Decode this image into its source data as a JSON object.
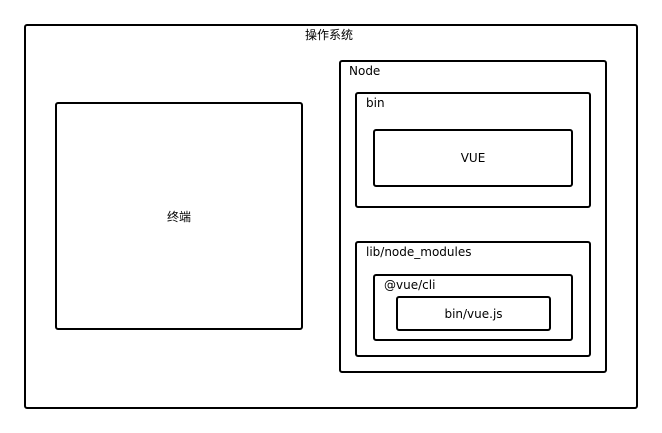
{
  "diagram": {
    "os": {
      "label": "操作系统"
    },
    "terminal": {
      "label": "终端"
    },
    "node": {
      "label": "Node"
    },
    "bin": {
      "label": "bin"
    },
    "vue": {
      "label": "VUE"
    },
    "lib": {
      "label": "lib/node_modules"
    },
    "vuecli": {
      "label": "@vue/cli"
    },
    "binvue": {
      "label": "bin/vue.js"
    }
  }
}
